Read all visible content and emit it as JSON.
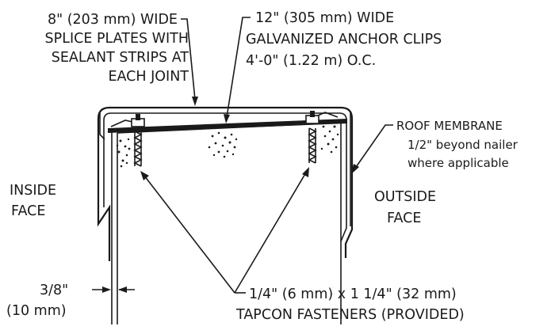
{
  "labels": {
    "splice_line1": "8\" (203 mm) WIDE",
    "splice_line2": "SPLICE PLATES WITH",
    "splice_line3": "SEALANT STRIPS AT",
    "splice_line4": "EACH JOINT",
    "clip_line1": "12\" (305 mm) WIDE",
    "clip_line2": "GALVANIZED ANCHOR CLIPS",
    "clip_line3": "4'-0\" (1.22 m) O.C.",
    "membrane_line1": "ROOF MEMBRANE",
    "membrane_line2": "1/2\" beyond nailer",
    "membrane_line3": "where applicable",
    "inside_line1": "INSIDE",
    "inside_line2": "FACE",
    "outside_line1": "OUTSIDE",
    "outside_line2": "FACE",
    "gap_line1": "3/8\"",
    "gap_line2": "(10 mm)",
    "fastener_line1": "1/4\" (6 mm) x 1 1/4\" (32 mm)",
    "fastener_line2": "TAPCON FASTENERS (PROVIDED)"
  }
}
